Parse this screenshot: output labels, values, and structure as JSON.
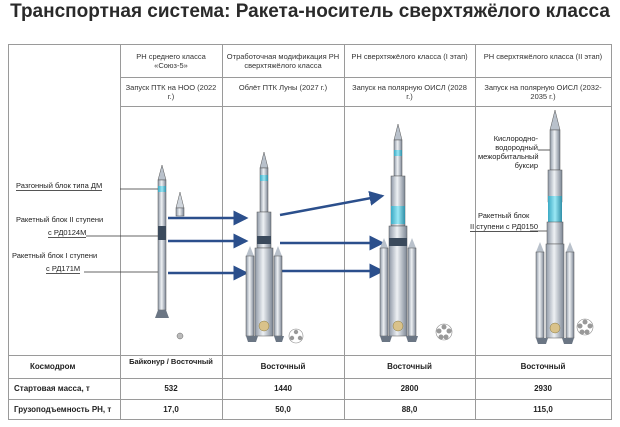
{
  "title": "Транспортная система: Ракета-носитель сверхтяжёлого класса",
  "columns": [
    {
      "name": "РН среднего класса «Союз-5»",
      "mission": "Запуск ПТК на НОО (2022 г.)",
      "cosmodrome": "Байконур / Восточный",
      "launch_mass": "532",
      "payload": "17,0"
    },
    {
      "name": "Отработочная модификация РН сверхтяжёлого класса",
      "mission": "Облёт ПТК Луны (2027 г.)",
      "cosmodrome": "Восточный",
      "launch_mass": "1440",
      "payload": "50,0"
    },
    {
      "name": "РН сверхтяжёлого класса (I этап)",
      "mission": "Запуск на полярную ОИСЛ (2028 г.)",
      "cosmodrome": "Восточный",
      "launch_mass": "2800",
      "payload": "88,0"
    },
    {
      "name": "РН сверхтяжёлого класса (II этап)",
      "mission": "Запуск на полярную ОИСЛ (2032-2035 г.)",
      "cosmodrome": "Восточный",
      "launch_mass": "2930",
      "payload": "115,0"
    }
  ],
  "rows": {
    "cosmodrome": "Космодром",
    "launch_mass": "Стартовая масса, т",
    "payload": "Грузоподъемность РН, т"
  },
  "callouts": {
    "upper_stage": "Разгонный блок типа ДМ",
    "stage2_line1": "Ракетный блок II ступени",
    "stage2_line2": "с РД0124М",
    "stage1_line1": "Ракетный блок I ступени",
    "stage1_line2": "с РД171М",
    "tug": "Кислородно-водородный межорбитальный буксир",
    "stage2b_line1": "Ракетный блок",
    "stage2b_line2": "II ступени с РД0150"
  },
  "colors": {
    "grid": "#9a9a9a",
    "arrow": "#2b4f8c",
    "rocket_body": "#dfe3e8",
    "rocket_shade": "#8e98a6",
    "rocket_cyan": "#6fd3e6",
    "rocket_dark": "#3b4a5c"
  }
}
